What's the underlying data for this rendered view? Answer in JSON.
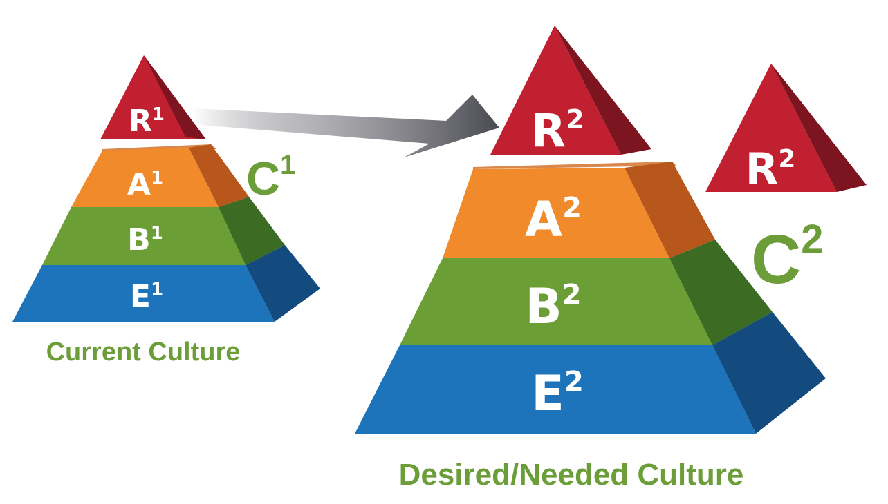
{
  "colors": {
    "red_front": "#c0202f",
    "red_side": "#7d1520",
    "orange_front": "#f08a2a",
    "orange_side": "#b8571c",
    "green_front": "#6b9e34",
    "green_side": "#3c6b24",
    "blue_front": "#1d74bb",
    "blue_side": "#134b7e",
    "caption_green": "#6b9e38",
    "arrow_dark": "#4a4a52"
  },
  "current": {
    "r": {
      "letter": "R",
      "sup": "1"
    },
    "a": {
      "letter": "A",
      "sup": "1"
    },
    "b": {
      "letter": "B",
      "sup": "1"
    },
    "e": {
      "letter": "E",
      "sup": "1"
    },
    "c": {
      "letter": "C",
      "sup": "1"
    },
    "caption": "Current Culture"
  },
  "desired": {
    "r": {
      "letter": "R",
      "sup": "2"
    },
    "a": {
      "letter": "A",
      "sup": "2"
    },
    "b": {
      "letter": "B",
      "sup": "2"
    },
    "e": {
      "letter": "E",
      "sup": "2"
    },
    "c": {
      "letter": "C",
      "sup": "2"
    },
    "caption": "Desired/Needed Culture"
  },
  "detached_top": {
    "letter": "R",
    "sup": "2"
  }
}
